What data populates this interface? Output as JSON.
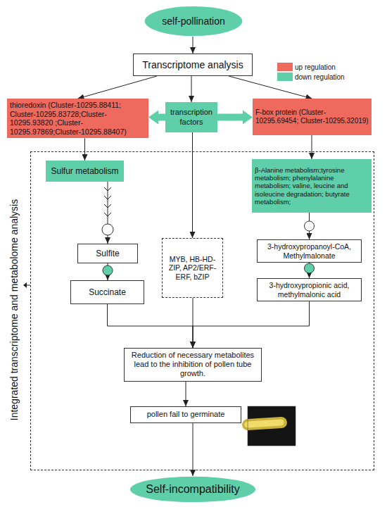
{
  "diagram": {
    "nodes": [
      {
        "text": [
          "self-pollination"
        ]
      },
      {
        "text": [
          "Transcriptome analysis"
        ]
      },
      {
        "text": [
          "thioredoxin (Cluster-10295.88411; Cluster-10295.83728;Cluster-10295.93820 ;Cluster-10295.97869;Cluster-10295.88407)"
        ]
      },
      {
        "text": [
          "transcription factors"
        ]
      },
      {
        "text": [
          "F-box protein (Cluster-10295.69454; Cluster-10295.32019)"
        ]
      },
      {
        "text": [
          "Integrated transcriptome and metabolome analysis"
        ]
      },
      {
        "text": [
          "Sulfur metabolism"
        ],
        "in": 5
      },
      {
        "text": [
          "Sulfite"
        ],
        "in": 5
      },
      {
        "text": [
          "Succinate"
        ],
        "in": 5
      },
      {
        "text": [
          "MYB, HB-HD-ZIP, AP2/ERF-ERF, bZIP"
        ],
        "in": 5
      },
      {
        "text": [
          "β-Alanine metabolism;tyrosine metabolism; phenylalanine metabolism; valine, leucine and isoleucine degradation; butyrate metabolism;"
        ],
        "in": 5
      },
      {
        "text": [
          "3-hydroxypropanoyl-CoA, Methylmalonate"
        ],
        "in": 5
      },
      {
        "text": [
          "3-hydroxypropionic acid, methylmalonic acid"
        ],
        "in": 5
      },
      {
        "text": [
          "Reduction of necessary metabolites lead to the inhibition of pollen tube growth."
        ],
        "in": 5
      },
      {
        "text": [
          "pollen fail to germinate"
        ],
        "in": 5
      },
      {
        "text": [
          "Self-incompatibility"
        ]
      }
    ],
    "edges": [
      {
        "from": 0,
        "to": 1,
        "arrow": "to"
      },
      {
        "from": 1,
        "to": 2,
        "arrow": "to"
      },
      {
        "from": 1,
        "to": 3,
        "arrow": "to"
      },
      {
        "from": 1,
        "to": 4,
        "arrow": "to"
      },
      {
        "from": 3,
        "to": 2,
        "arrow": "to"
      },
      {
        "from": 3,
        "to": 4,
        "arrow": "to"
      },
      {
        "from": 2,
        "to": 6,
        "arrow": "to"
      },
      {
        "from": 3,
        "to": 9,
        "arrow": "to"
      },
      {
        "from": 4,
        "to": 10,
        "arrow": "to"
      },
      {
        "from": 6,
        "to": 7,
        "arrow": "to"
      },
      {
        "from": 7,
        "to": 8,
        "arrow": "to"
      },
      {
        "from": 10,
        "to": 11,
        "arrow": "to"
      },
      {
        "from": 11,
        "to": 12,
        "arrow": "to"
      },
      {
        "from": 8,
        "to": 13,
        "arrow": "to"
      },
      {
        "from": 9,
        "to": 13,
        "arrow": "to"
      },
      {
        "from": 12,
        "to": 13,
        "arrow": "to"
      },
      {
        "from": 13,
        "to": 14,
        "arrow": "to"
      },
      {
        "from": 14,
        "to": 15,
        "arrow": "to"
      }
    ],
    "legend": [
      {
        "text": "up regulation",
        "color": "#ee6a5f"
      },
      {
        "text": "down regulation",
        "color": "#5fcfaa"
      }
    ]
  }
}
